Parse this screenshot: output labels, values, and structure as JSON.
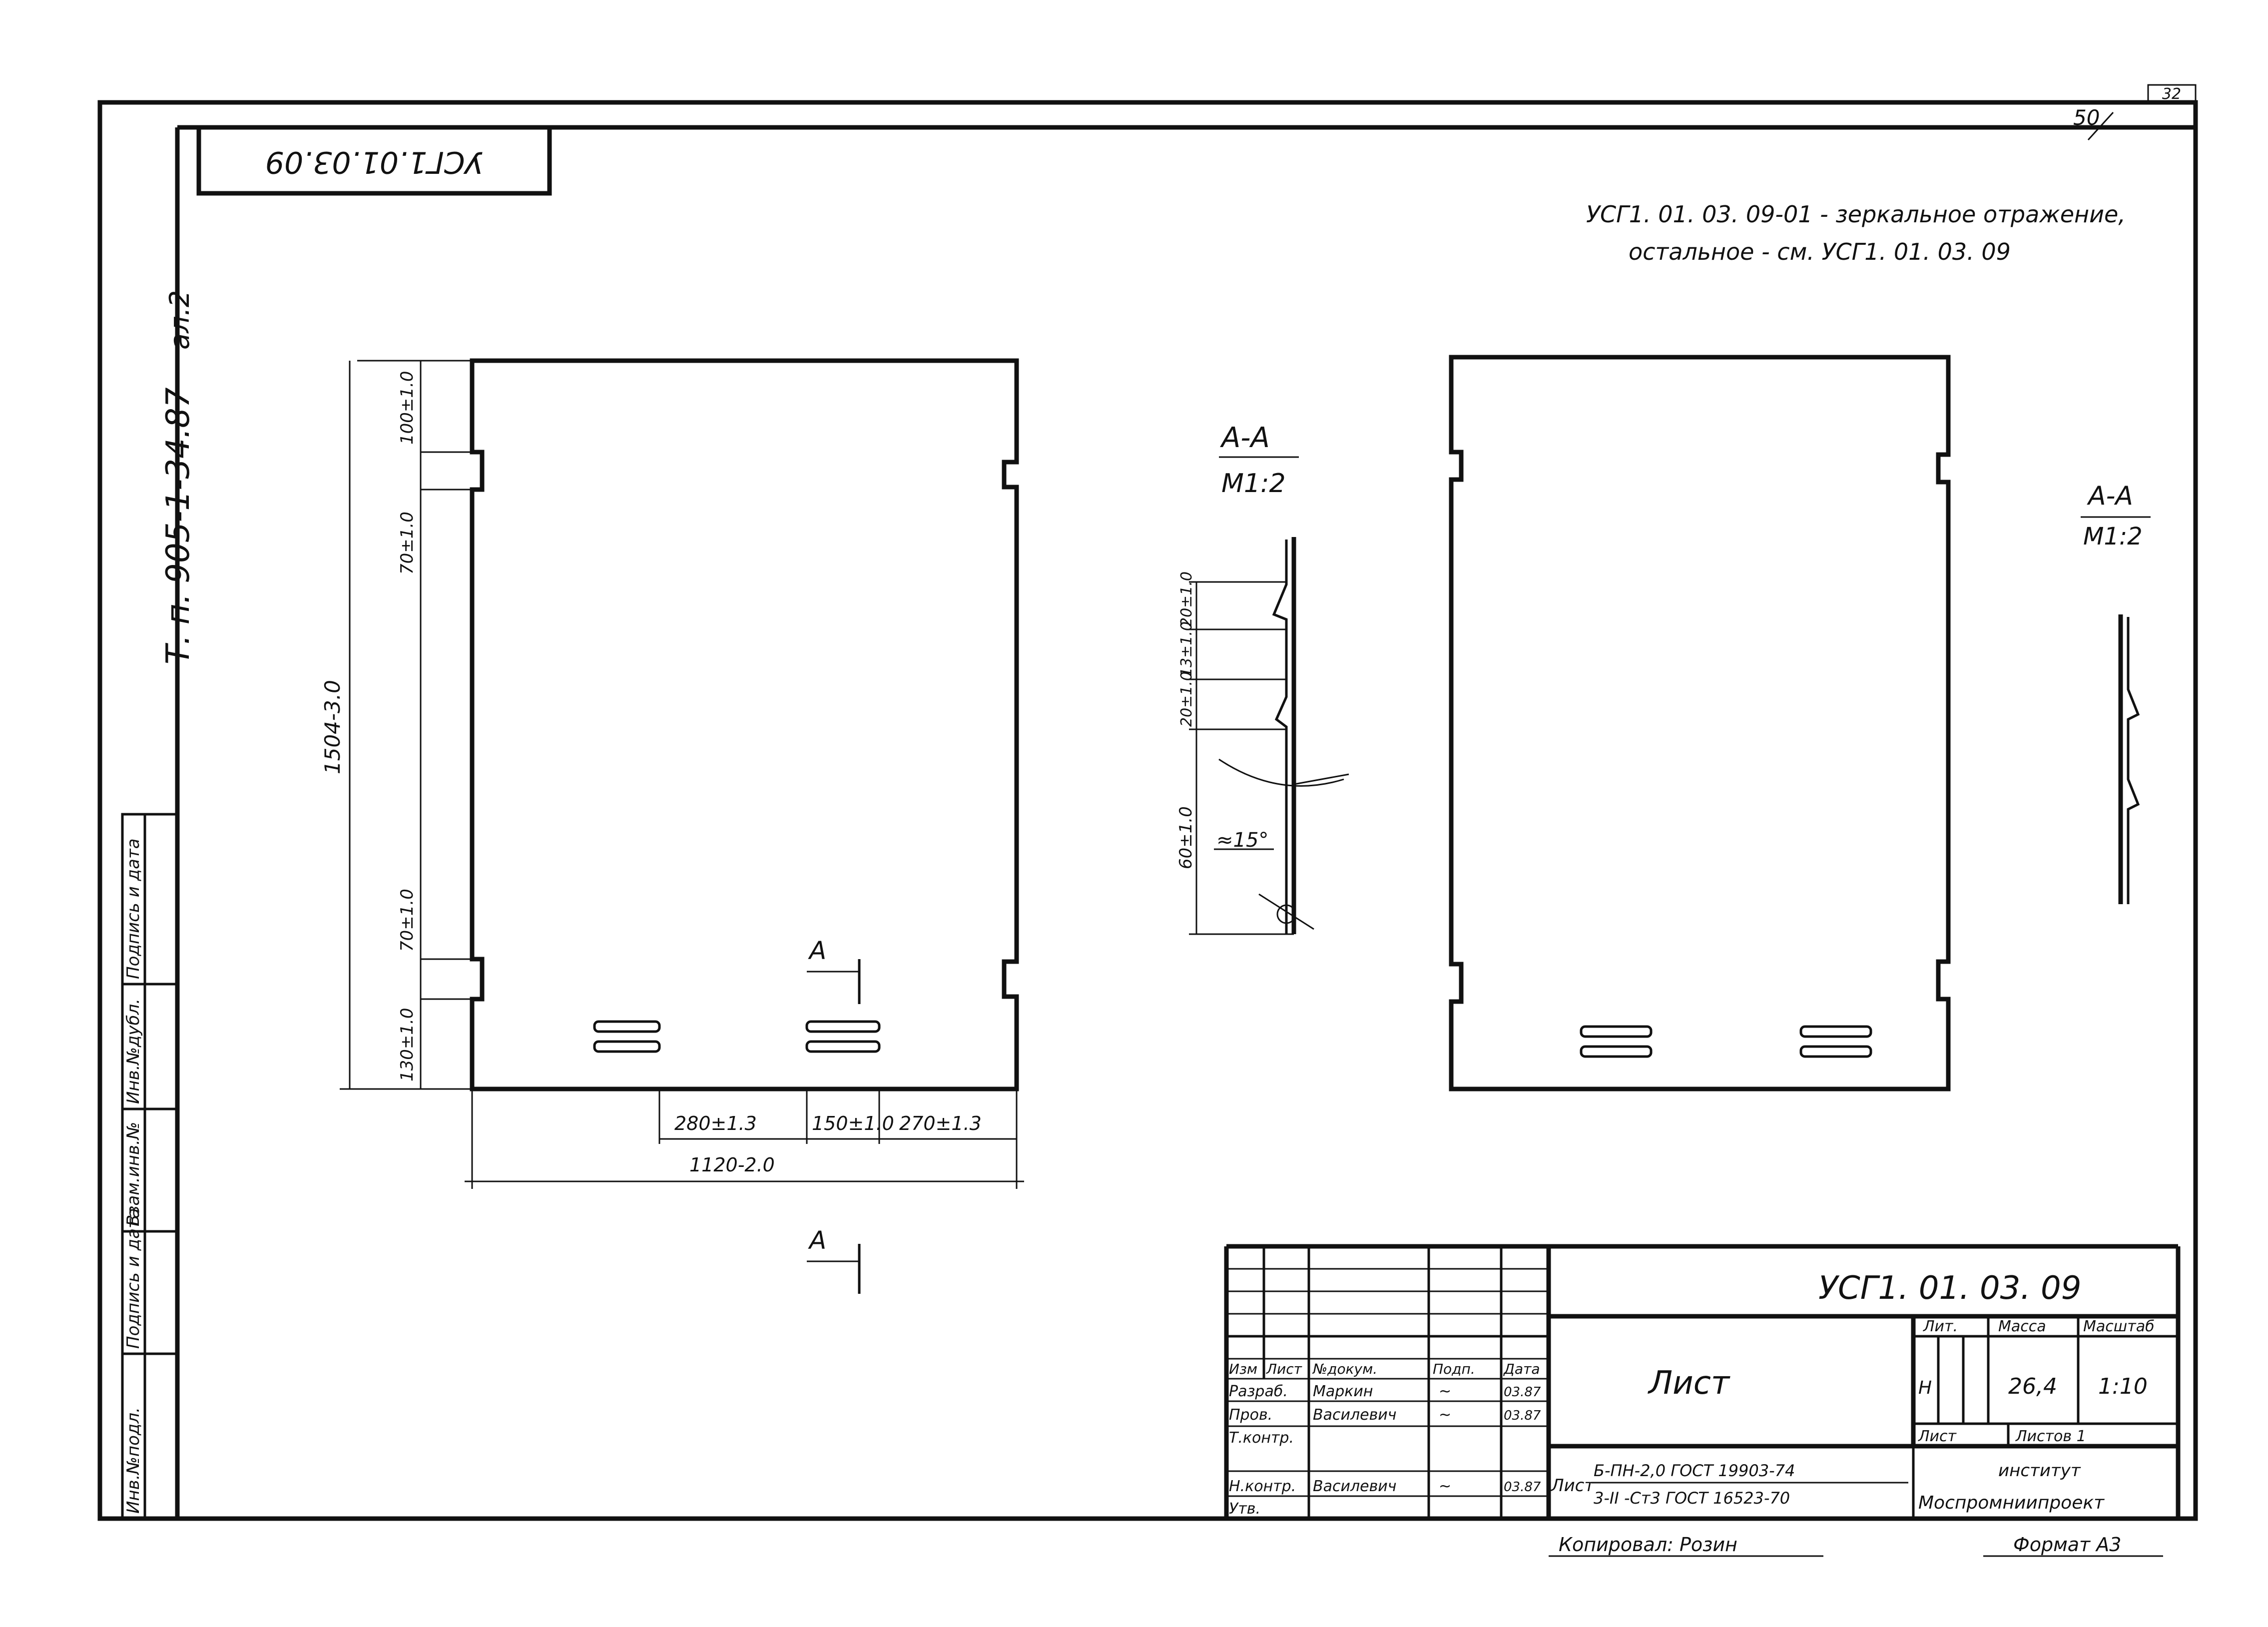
{
  "sheet_number": "32",
  "page_mark": "50",
  "stamp_top_rotated": "УСГ1.01.03.09",
  "side_designation": "Т. п. 905-1-34.87",
  "side_album": "ал.2",
  "note": {
    "line1": "УСГ1. 01. 03. 09-01 - зеркальное отражение,",
    "line2": "остальное - см. УСГ1. 01. 03. 09"
  },
  "section_label_1": {
    "name": "А-А",
    "scale": "М1:2"
  },
  "section_label_2": {
    "name": "А-А",
    "scale": "М1:2"
  },
  "cut_marker": "А",
  "dimensions": {
    "height": "1504-3.0",
    "top_offset": "100±1.0",
    "top_slot": "70±1.0",
    "bottom_slot": "70±1.0",
    "bottom_offset": "130±1.0",
    "d1": "280±1.3",
    "d2": "150±1.0",
    "d3": "270±1.3",
    "width": "1120-2.0",
    "sec_20a": "20±1.0",
    "sec_13": "13±1.0",
    "sec_20b": "20±1.0",
    "sec_60": "60±1.0",
    "angle": "≈15°"
  },
  "left_margin": [
    "Инв.№подл.",
    "Подпись и дата",
    "Взам.инв.№",
    "Инв.№дубл.",
    "Подпись и дата"
  ],
  "title_block": {
    "designation": "УСГ1. 01. 03. 09",
    "name": "Лист",
    "header_cols": [
      "Изм",
      "Лист",
      "№докум.",
      "Подп.",
      "Дата"
    ],
    "rows": [
      {
        "role": "Разраб.",
        "name": "Маркин",
        "sign": "~",
        "date": "03.87"
      },
      {
        "role": "Пров.",
        "name": "Василевич",
        "sign": "~",
        "date": "03.87"
      },
      {
        "role": "Т.контр.",
        "name": "",
        "sign": "",
        "date": ""
      },
      {
        "role": "",
        "name": "",
        "sign": "",
        "date": ""
      },
      {
        "role": "Н.контр.",
        "name": "Василевич",
        "sign": "~",
        "date": "03.87"
      },
      {
        "role": "Утв.",
        "name": "",
        "sign": "",
        "date": ""
      }
    ],
    "lit_label": "Лит.",
    "mass_label": "Масса",
    "scale_label": "Масштаб",
    "lit_value": "Н",
    "mass_value": "26,4",
    "scale_value": "1:10",
    "sheet_label": "Лист",
    "sheets_label": "Листов 1",
    "material_prefix": "Лист",
    "material_top": "Б-ПН-2,0 ГОСТ 19903-74",
    "material_bottom": "3-II -Ст3 ГОСТ 16523-70",
    "org_line1": "институт",
    "org_line2": "Моспромниипроект",
    "copied": "Копировал: Розин",
    "format": "Формат А3"
  }
}
